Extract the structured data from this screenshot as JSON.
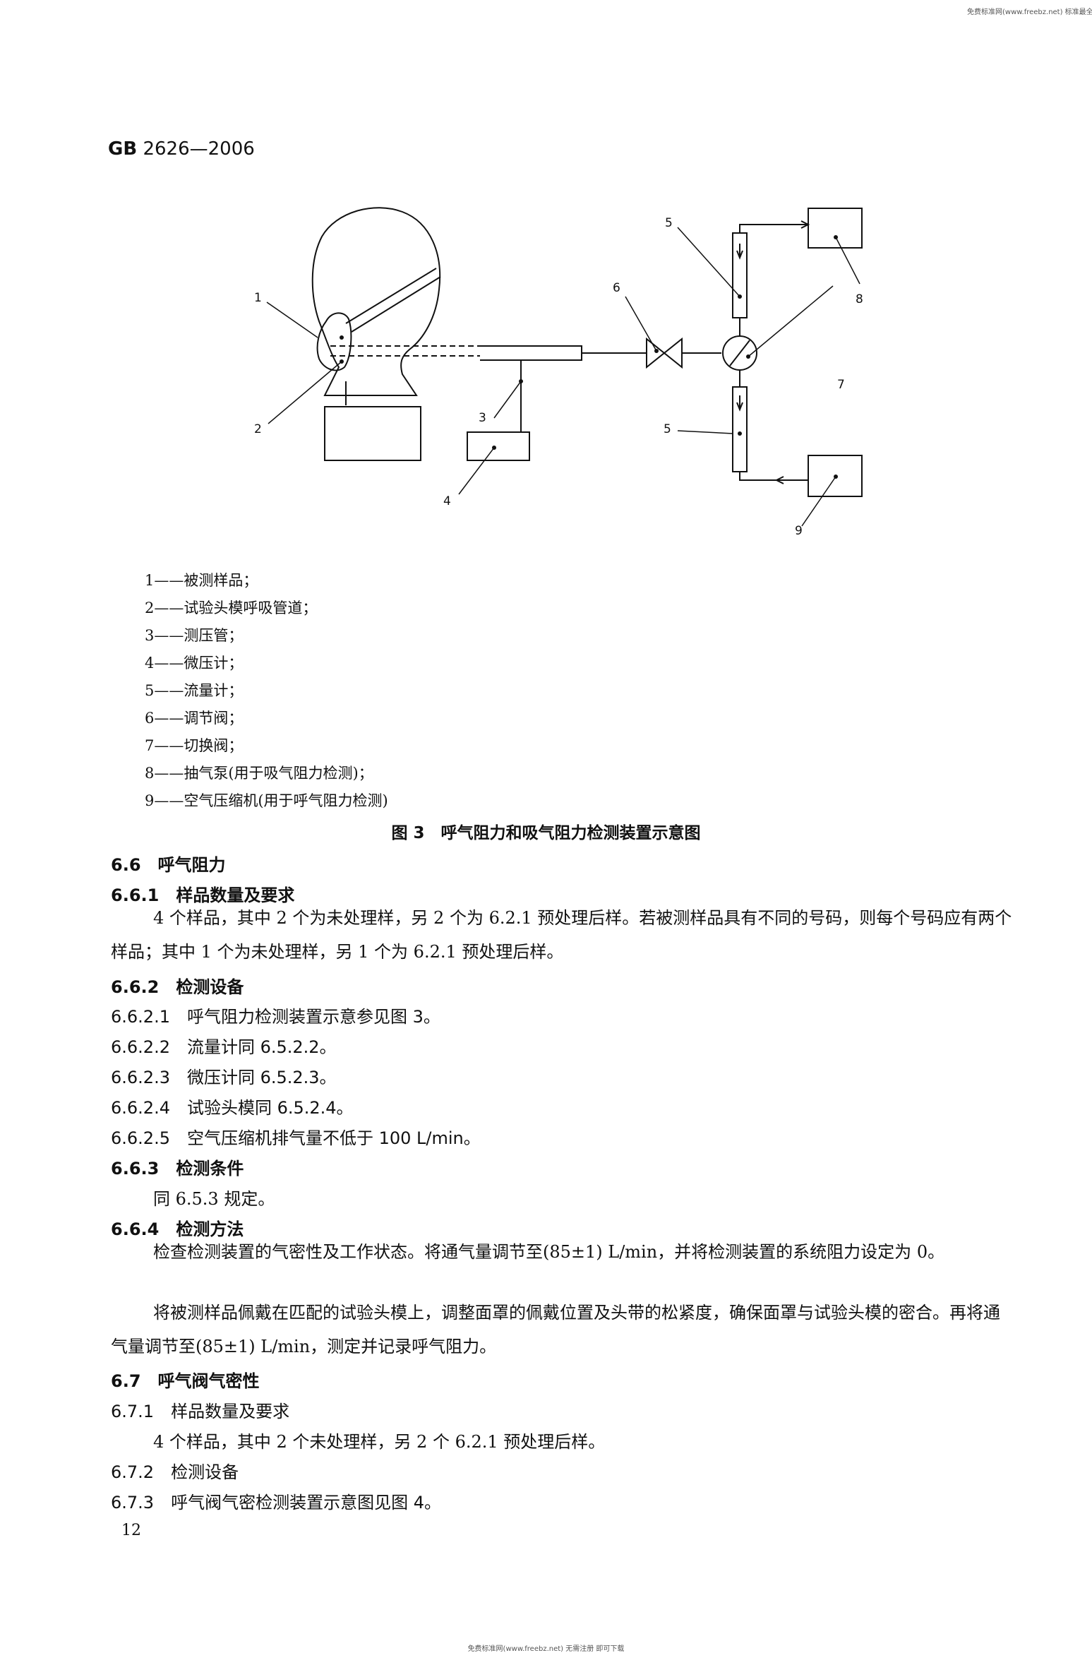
{
  "watermark_top": "免费标准网(www.freebz.net) 标准最全面",
  "watermark_bottom": "免费标准网(www.freebz.net) 无需注册 即可下载",
  "header": {
    "code": "GB",
    "number": "2626—2006"
  },
  "figure": {
    "callouts": [
      "1",
      "2",
      "3",
      "4",
      "5",
      "6",
      "7",
      "8",
      "9",
      "5"
    ],
    "legend": [
      "1——被测样品；",
      "2——试验头模呼吸管道；",
      "3——测压管；",
      "4——微压计；",
      "5——流量计；",
      "6——调节阀；",
      "7——切换阀；",
      "8——抽气泵(用于吸气阻力检测)；",
      "9——空气压缩机(用于呼气阻力检测)"
    ],
    "caption": "图 3　呼气阻力和吸气阻力检测装置示意图"
  },
  "sections": {
    "s66": {
      "num": "6.6",
      "title": "呼气阻力"
    },
    "s661": {
      "num": "6.6.1",
      "title": "样品数量及要求"
    },
    "p661": "4 个样品，其中 2 个为未处理样，另 2 个为 6.2.1 预处理后样。若被测样品具有不同的号码，则每个号码应有两个样品；其中 1 个为未处理样，另 1 个为 6.2.1 预处理后样。",
    "s662": {
      "num": "6.6.2",
      "title": "检测设备"
    },
    "s6621": {
      "num": "6.6.2.1",
      "text": "呼气阻力检测装置示意参见图 3。"
    },
    "s6622": {
      "num": "6.6.2.2",
      "text": "流量计同 6.5.2.2。"
    },
    "s6623": {
      "num": "6.6.2.3",
      "text": "微压计同 6.5.2.3。"
    },
    "s6624": {
      "num": "6.6.2.4",
      "text": "试验头模同 6.5.2.4。"
    },
    "s6625": {
      "num": "6.6.2.5",
      "text": "空气压缩机排气量不低于 100 L/min。"
    },
    "s663": {
      "num": "6.6.3",
      "title": "检测条件"
    },
    "p663": "同 6.5.3 规定。",
    "s664": {
      "num": "6.6.4",
      "title": "检测方法"
    },
    "p664a": "检查检测装置的气密性及工作状态。将通气量调节至(85±1) L/min，并将检测装置的系统阻力设定为 0。",
    "p664b": "将被测样品佩戴在匹配的试验头模上，调整面罩的佩戴位置及头带的松紧度，确保面罩与试验头模的密合。再将通气量调节至(85±1) L/min，测定并记录呼气阻力。",
    "s67": {
      "num": "6.7",
      "title": "呼气阀气密性"
    },
    "s671": {
      "num": "6.7.1",
      "title": "样品数量及要求"
    },
    "p671": "4 个样品，其中 2 个未处理样，另 2 个 6.2.1 预处理后样。",
    "s672": {
      "num": "6.7.2",
      "title": "检测设备"
    },
    "s673": {
      "num": "6.7.3",
      "text": "呼气阀气密检测装置示意图见图 4。"
    }
  },
  "page_number": "12"
}
